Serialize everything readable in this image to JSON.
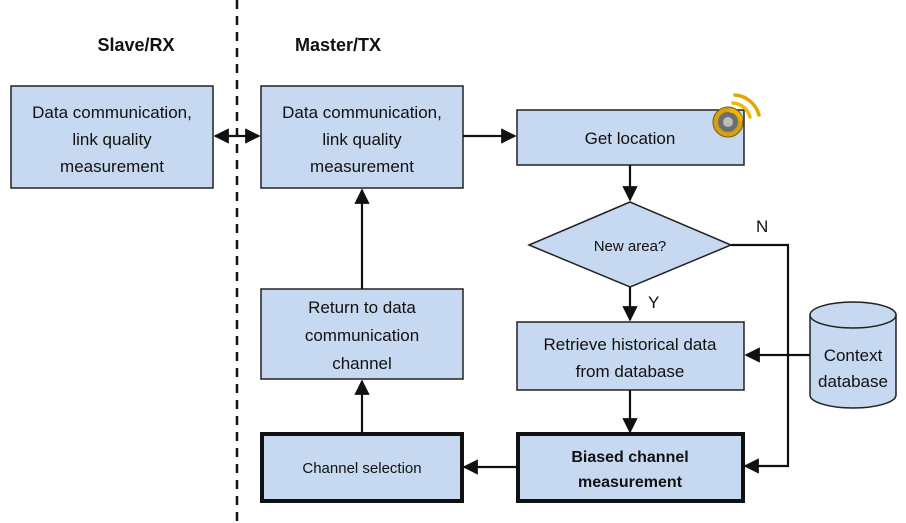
{
  "headers": {
    "slave": "Slave/RX",
    "master": "Master/TX"
  },
  "nodes": {
    "slave_data": {
      "lines": [
        "Data communication,",
        "link quality",
        "measurement"
      ]
    },
    "master_data": {
      "lines": [
        "Data communication,",
        "link quality",
        "measurement"
      ]
    },
    "get_location": {
      "lines": [
        "Get location"
      ]
    },
    "new_area": {
      "lines": [
        "New area?"
      ]
    },
    "retrieve": {
      "lines": [
        "Retrieve historical data",
        "from database"
      ]
    },
    "context_db": {
      "lines": [
        "Context",
        "database"
      ]
    },
    "biased": {
      "lines": [
        "Biased channel",
        "measurement"
      ]
    },
    "channel_selection": {
      "lines": [
        "Channel selection"
      ]
    },
    "return_to": {
      "lines": [
        "Return to data",
        "communication",
        "channel"
      ]
    }
  },
  "edge_labels": {
    "yes": "Y",
    "no": "N"
  },
  "icons": {
    "location": "gps-satellite-icon"
  },
  "colors": {
    "box_fill": "#c6d9f1",
    "icon_gold": "#f2b705"
  }
}
